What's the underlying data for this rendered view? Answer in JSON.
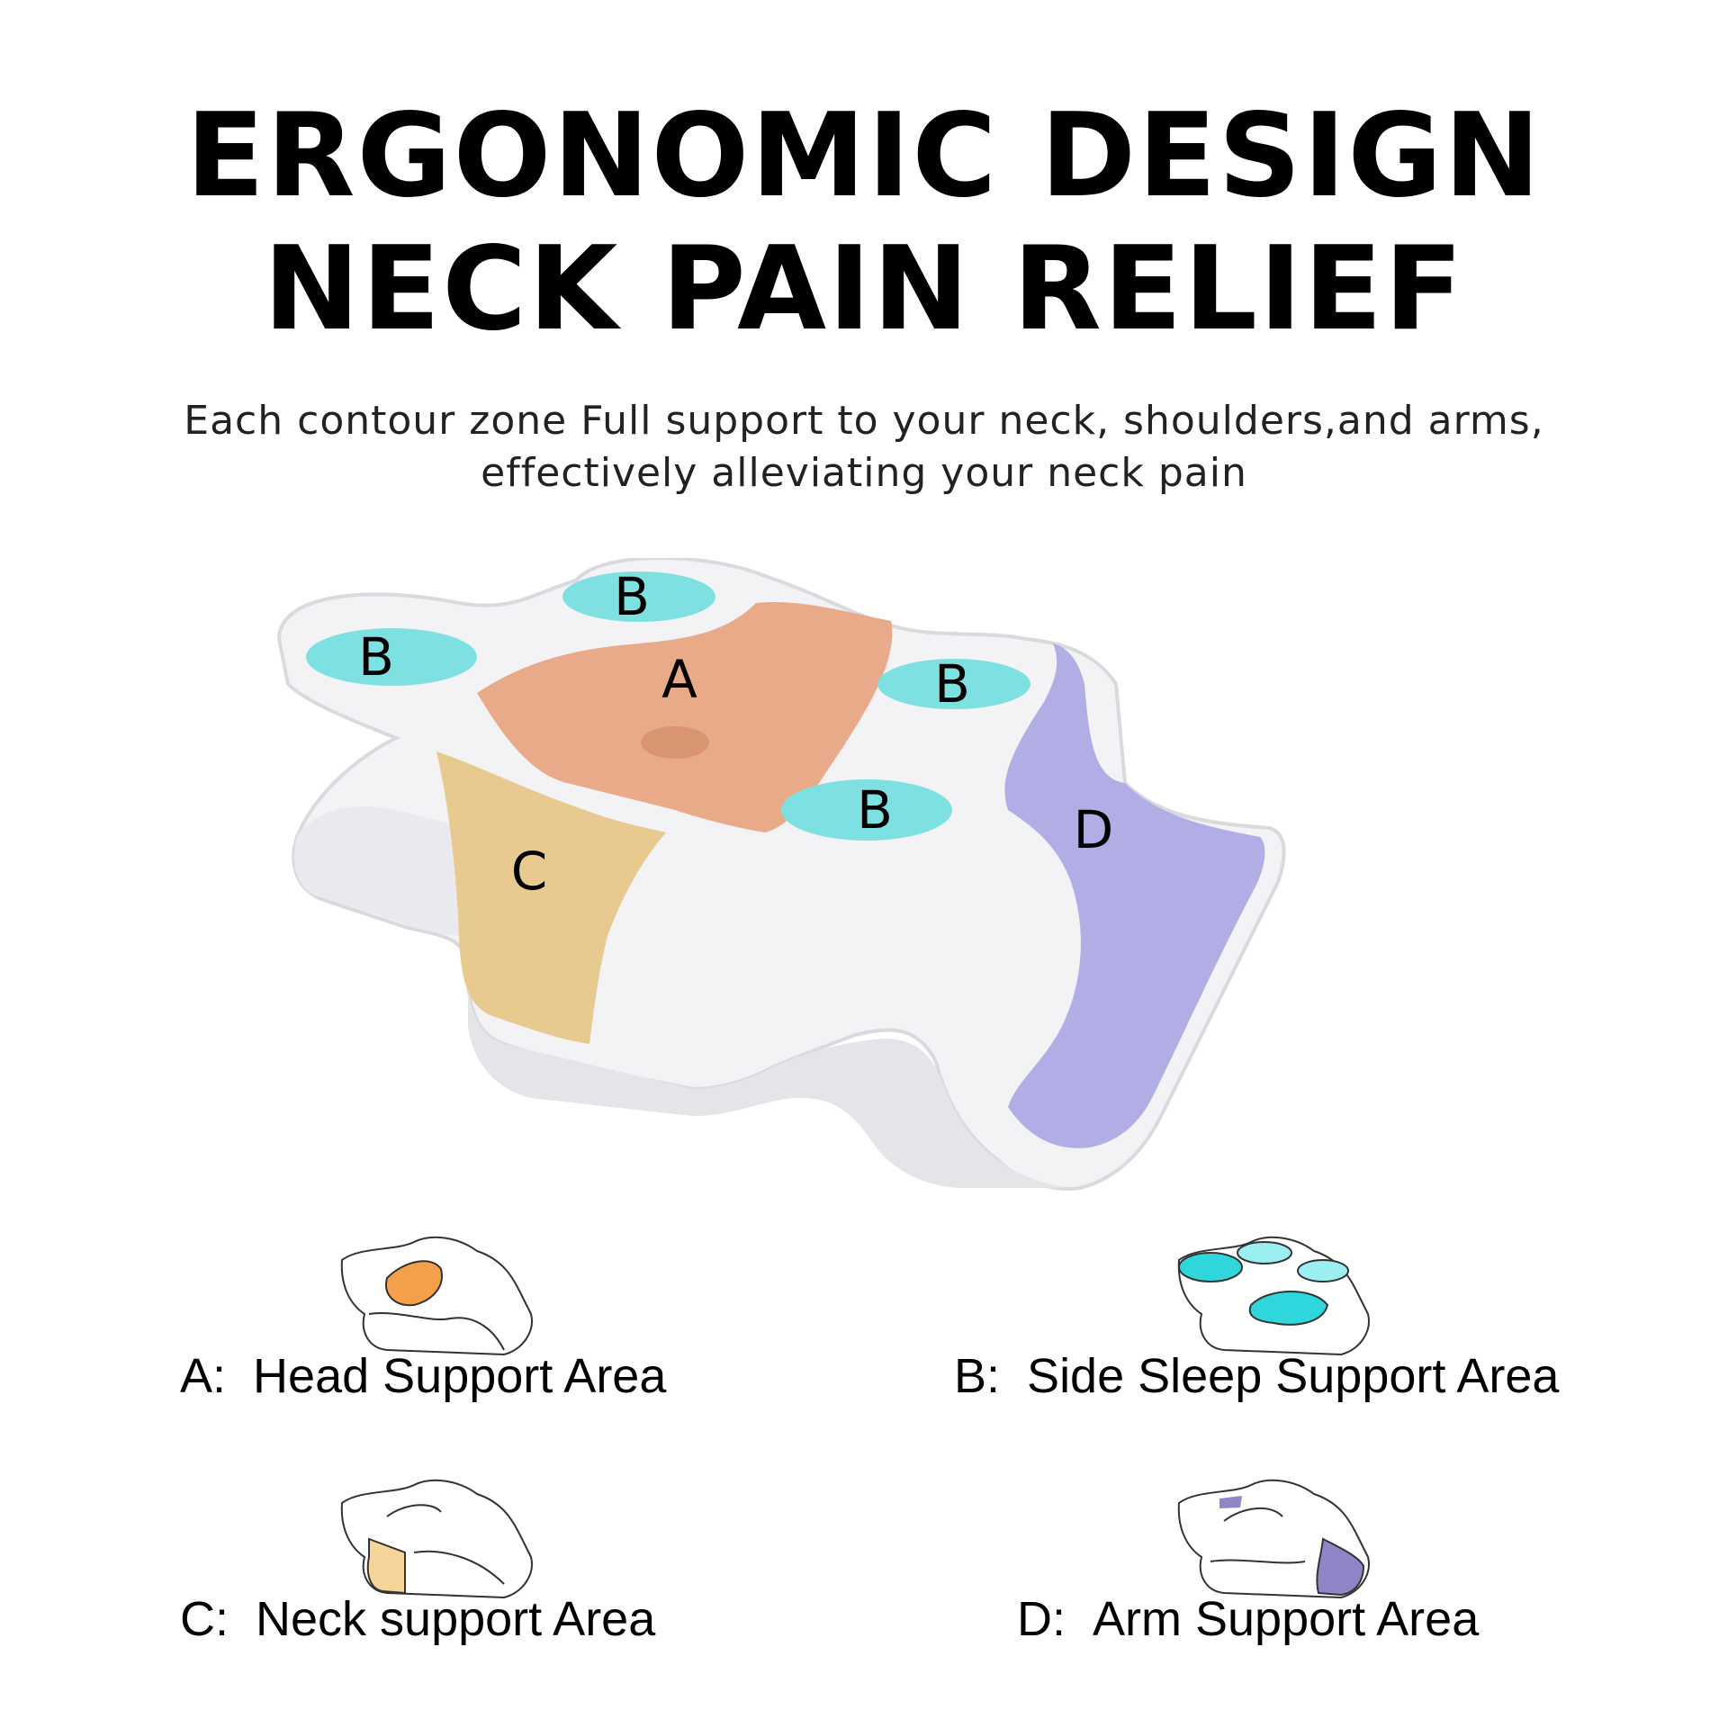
{
  "header": {
    "title_line1": "ERGONOMIC DESIGN",
    "title_line2": "NECK PAIN RELIEF",
    "subtitle_line1": "Each contour zone Full support to your neck, shoulders,and arms,",
    "subtitle_line2": "effectively alleviating your neck pain"
  },
  "pillow": {
    "zone_labels": {
      "a": "A",
      "b1": "B",
      "b2": "B",
      "b3": "B",
      "b4": "B",
      "c": "C",
      "d": "D"
    },
    "colors": {
      "body": "#f3f3f6",
      "head_zone": "#e8aa88",
      "side_zone": "#7fe0e2",
      "neck_zone": "#e8c98f",
      "arm_zone": "#b1aee6"
    }
  },
  "legend": [
    {
      "letter": "A:",
      "label": "Head Support Area",
      "icon": "pillow-head-zone-icon",
      "color": "#f4a04a"
    },
    {
      "letter": "B:",
      "label": "Side Sleep Support Area",
      "icon": "pillow-side-zone-icon",
      "color": "#2fd6dc"
    },
    {
      "letter": "C:",
      "label": "Neck support Area",
      "icon": "pillow-neck-zone-icon",
      "color": "#f7d49a"
    },
    {
      "letter": "D:",
      "label": "Arm Support Area",
      "icon": "pillow-arm-zone-icon",
      "color": "#8f86c8"
    }
  ]
}
